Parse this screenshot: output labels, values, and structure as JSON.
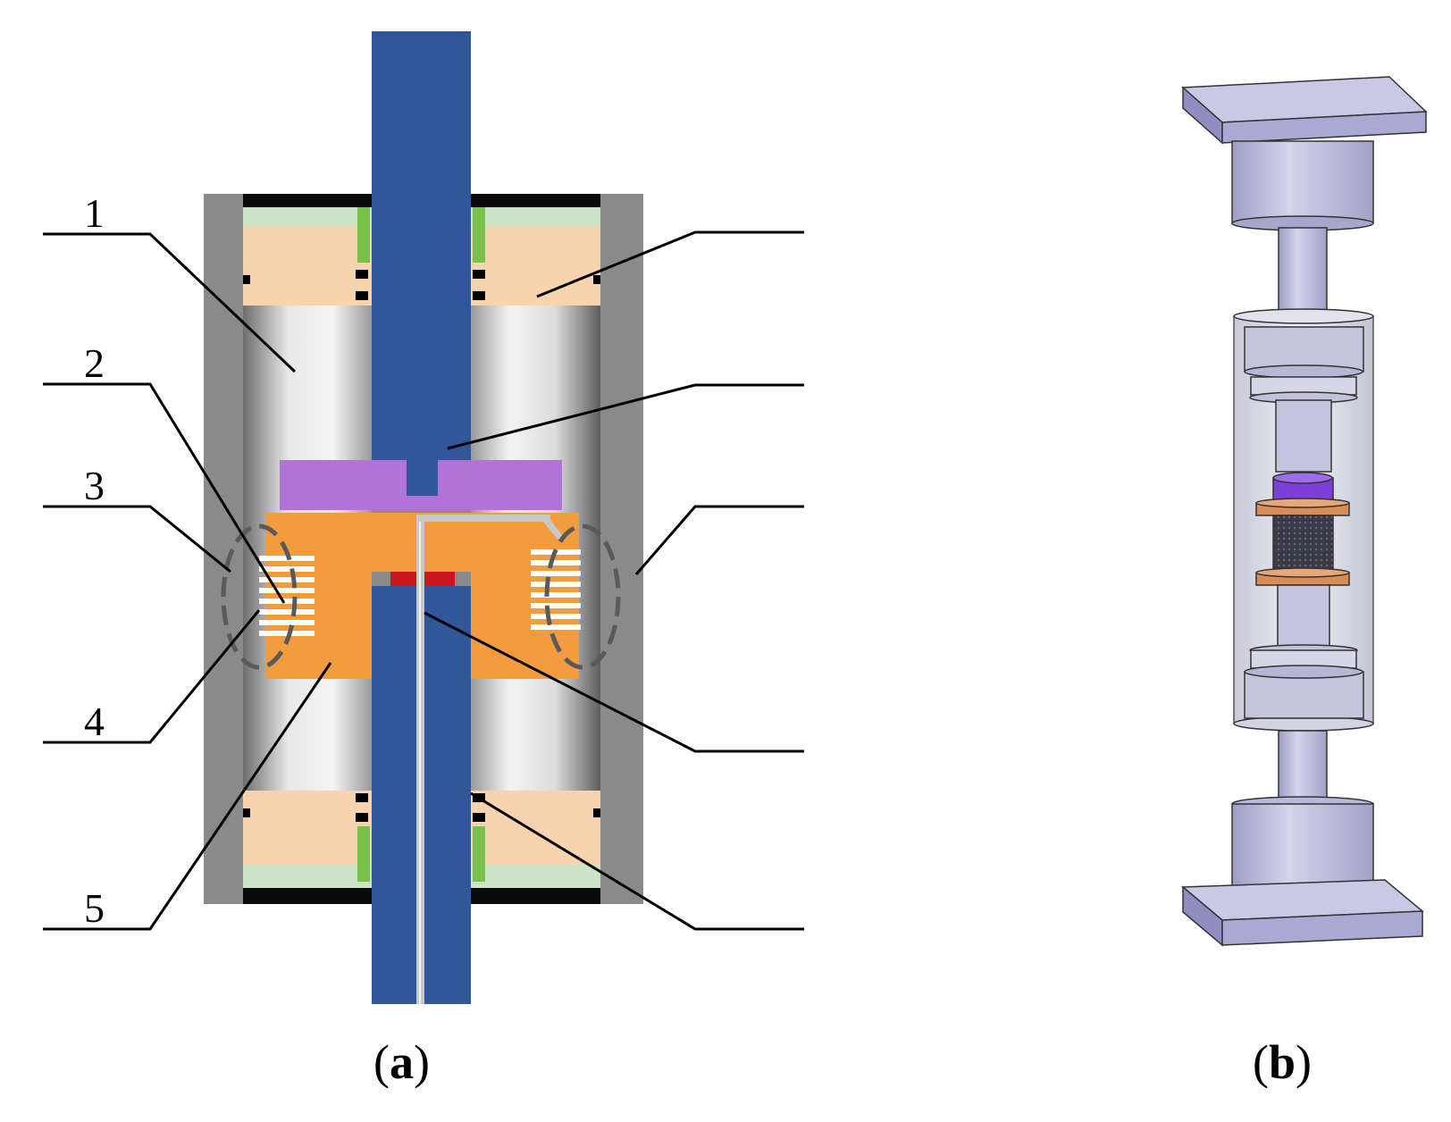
{
  "panel_a": {
    "labels": [
      "1",
      "2",
      "3",
      "4",
      "5"
    ],
    "caption_open": "(",
    "caption_letter": "a",
    "caption_close": ")"
  },
  "panel_b": {
    "caption_open": "(",
    "caption_letter": "b",
    "caption_close": ")"
  },
  "colors": {
    "shaft_blue": "#2f579a",
    "housing_gray": "#8a8a8a",
    "bearing_peach": "#f8d4ae",
    "mass_orange": "#f29c3f",
    "cap_purple": "#b273d6",
    "model_lavender": "#b8b8dc",
    "seal_green": "#77c04a",
    "red_block": "#c8161c"
  }
}
